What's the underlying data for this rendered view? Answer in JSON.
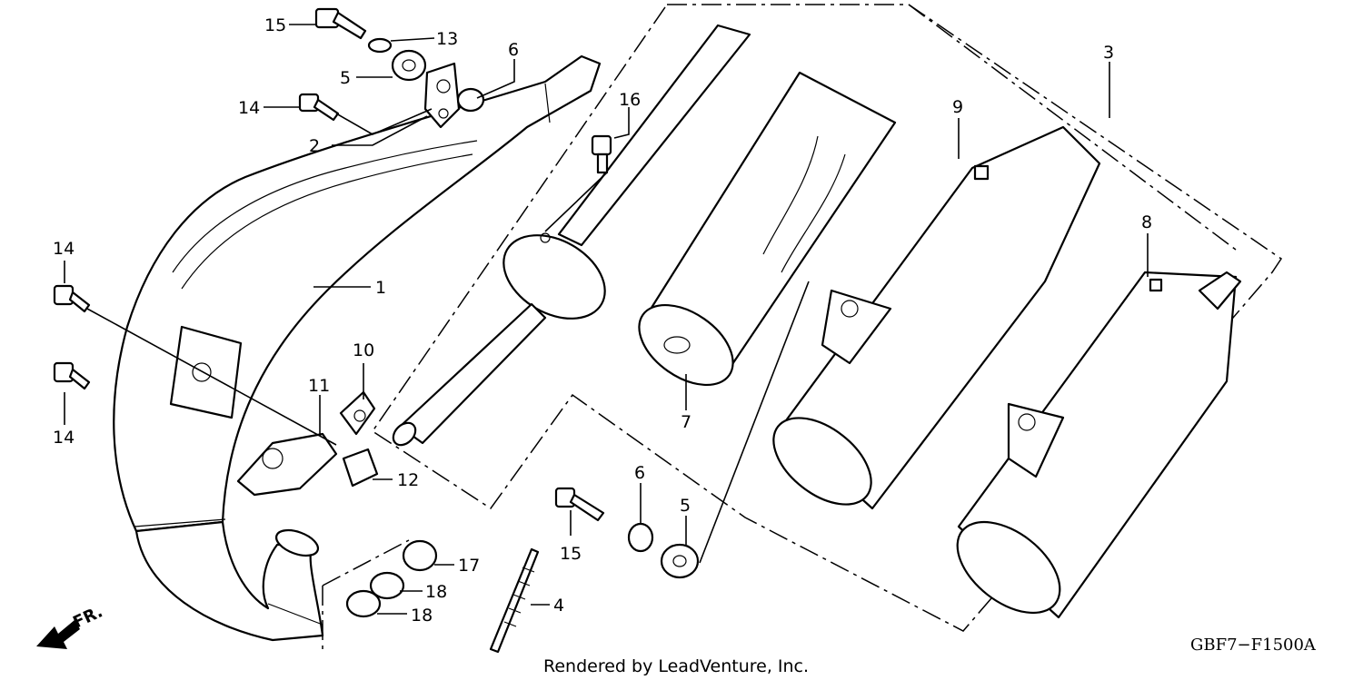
{
  "callouts": [
    {
      "id": "c15a",
      "text": "15"
    },
    {
      "id": "c13",
      "text": "13"
    },
    {
      "id": "c5a",
      "text": "5"
    },
    {
      "id": "c6a",
      "text": "6"
    },
    {
      "id": "c14a",
      "text": "14"
    },
    {
      "id": "c2",
      "text": "2"
    },
    {
      "id": "c16",
      "text": "16"
    },
    {
      "id": "c1",
      "text": "1"
    },
    {
      "id": "c14b",
      "text": "14"
    },
    {
      "id": "c14c",
      "text": "14"
    },
    {
      "id": "c10",
      "text": "10"
    },
    {
      "id": "c11",
      "text": "11"
    },
    {
      "id": "c12",
      "text": "12"
    },
    {
      "id": "c7",
      "text": "7"
    },
    {
      "id": "c9",
      "text": "9"
    },
    {
      "id": "c3",
      "text": "3"
    },
    {
      "id": "c8",
      "text": "8"
    },
    {
      "id": "c6b",
      "text": "6"
    },
    {
      "id": "c5b",
      "text": "5"
    },
    {
      "id": "c15b",
      "text": "15"
    },
    {
      "id": "c17",
      "text": "17"
    },
    {
      "id": "c18a",
      "text": "18"
    },
    {
      "id": "c18b",
      "text": "18"
    },
    {
      "id": "c4",
      "text": "4"
    }
  ],
  "direction_label": "FR.",
  "diagram_code": "GBF7−F1500A",
  "credit": "Rendered by LeadVenture, Inc."
}
